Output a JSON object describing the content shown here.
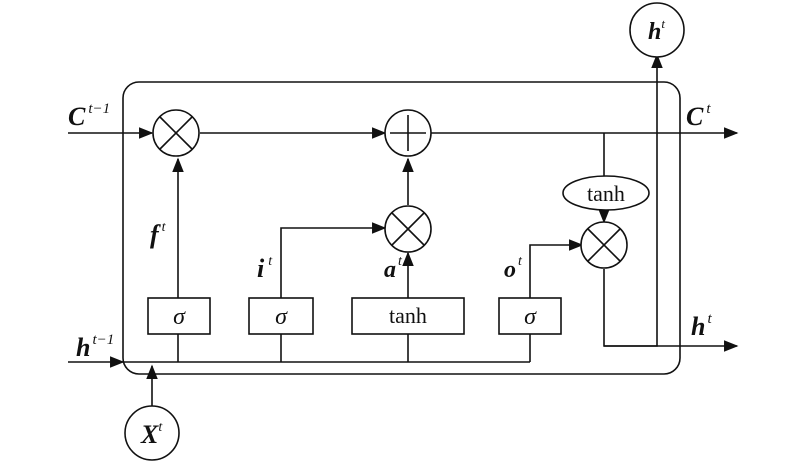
{
  "labels": {
    "c_prev": {
      "base": "C",
      "sup": "t−1"
    },
    "c_next": {
      "base": "C",
      "sup": "t"
    },
    "h_prev": {
      "base": "h",
      "sup": "t−1"
    },
    "h_next_right": {
      "base": "h",
      "sup": "t"
    },
    "h_top": {
      "base": "h",
      "sup": "t"
    },
    "x_in": {
      "base": "X",
      "sup": "t"
    },
    "f_gate": {
      "base": "f",
      "sup": "t"
    },
    "i_gate": {
      "base": "i",
      "sup": "t"
    },
    "a_gate": {
      "base": "a",
      "sup": "t"
    },
    "o_gate": {
      "base": "o",
      "sup": "t"
    }
  },
  "blocks": {
    "sigma_forget": "σ",
    "sigma_input": "σ",
    "tanh_candidate": "tanh",
    "sigma_output": "σ",
    "tanh_cell": "tanh"
  },
  "operators": {
    "multiply": "×",
    "add": "+"
  }
}
